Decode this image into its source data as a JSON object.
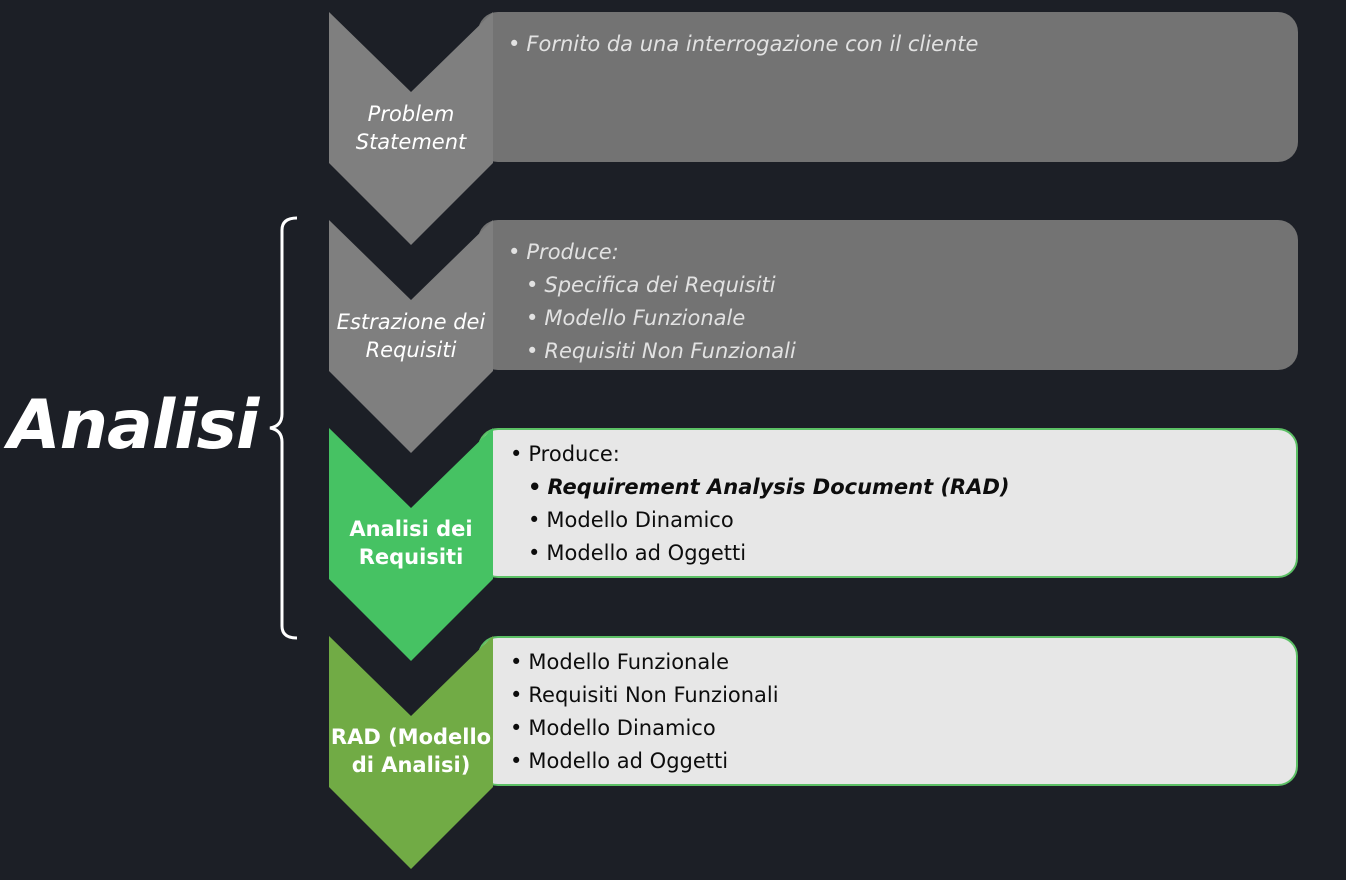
{
  "title": "Analisi",
  "steps": [
    {
      "label_line1": "Problem",
      "label_line2": "Statement",
      "chevron_color": "#7f7f7f",
      "items": [
        {
          "text": "Fornito da una interrogazione con il cliente",
          "level": 0
        }
      ]
    },
    {
      "label_line1": "Estrazione dei",
      "label_line2": "Requisiti",
      "chevron_color": "#7f7f7f",
      "items": [
        {
          "text": "Produce:",
          "level": 0
        },
        {
          "text": "Specifica dei Requisiti",
          "level": 1
        },
        {
          "text": "Modello Funzionale",
          "level": 1
        },
        {
          "text": "Requisiti Non Funzionali",
          "level": 1
        }
      ]
    },
    {
      "label_line1": "Analisi dei",
      "label_line2": "Requisiti",
      "chevron_color": "#46c263",
      "items": [
        {
          "text": "Produce:",
          "level": 0
        },
        {
          "text": "Requirement Analysis Document (RAD)",
          "level": 1,
          "emphasis": true
        },
        {
          "text": "Modello Dinamico",
          "level": 1
        },
        {
          "text": "Modello ad Oggetti",
          "level": 1
        }
      ]
    },
    {
      "label_line1": "RAD (Modello",
      "label_line2": "di Analisi)",
      "chevron_color": "#71ab45",
      "items": [
        {
          "text": "Modello Funzionale",
          "level": 0
        },
        {
          "text": "Requisiti Non Funzionali",
          "level": 0
        },
        {
          "text": "Modello Dinamico",
          "level": 0
        },
        {
          "text": "Modello ad Oggetti",
          "level": 0
        }
      ]
    }
  ],
  "colors": {
    "background": "#1c1f26",
    "panel_gray": "#737373",
    "panel_light": "#e7e7e7",
    "panel_border_green": "#5cc065"
  },
  "icons": {
    "bullet": "•"
  }
}
